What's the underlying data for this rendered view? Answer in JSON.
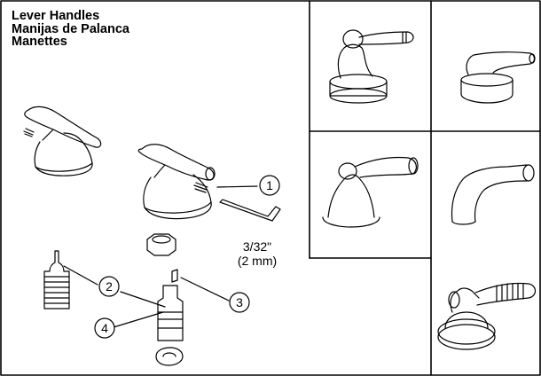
{
  "title": {
    "line1": "Lever Handles",
    "line2": "Manijas de Palanca",
    "line3": "Manettes"
  },
  "wrench_size": {
    "imperial": "3/32\"",
    "metric": "(2 mm)"
  },
  "callouts": [
    "1",
    "2",
    "3",
    "4"
  ],
  "variants": [
    {
      "name": "lever-handle-variant-1"
    },
    {
      "name": "lever-handle-variant-2"
    },
    {
      "name": "lever-handle-variant-3"
    },
    {
      "name": "lever-handle-variant-4"
    },
    {
      "name": "lever-handle-variant-5"
    }
  ]
}
